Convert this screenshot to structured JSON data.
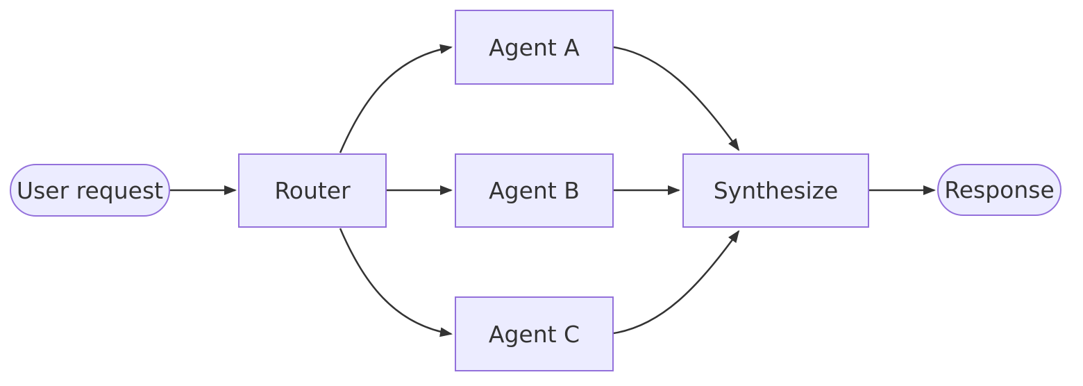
{
  "diagram": {
    "type": "flowchart",
    "direction": "left-to-right",
    "background": "#FFFFFF",
    "colors": {
      "node_fill": "#ECECFF",
      "node_border": "#9370DB",
      "edge_stroke": "#333333",
      "text": "#333333"
    },
    "nodes": [
      {
        "id": "user_request",
        "label": "User request",
        "shape": "stadium"
      },
      {
        "id": "router",
        "label": "Router",
        "shape": "rect"
      },
      {
        "id": "agent_a",
        "label": "Agent A",
        "shape": "rect"
      },
      {
        "id": "agent_b",
        "label": "Agent B",
        "shape": "rect"
      },
      {
        "id": "agent_c",
        "label": "Agent C",
        "shape": "rect"
      },
      {
        "id": "synthesize",
        "label": "Synthesize",
        "shape": "rect"
      },
      {
        "id": "response",
        "label": "Response",
        "shape": "stadium"
      }
    ],
    "edges": [
      {
        "from": "user_request",
        "to": "router",
        "style": "straight-arrow"
      },
      {
        "from": "router",
        "to": "agent_a",
        "style": "curved-arrow"
      },
      {
        "from": "router",
        "to": "agent_b",
        "style": "straight-arrow"
      },
      {
        "from": "router",
        "to": "agent_c",
        "style": "curved-arrow"
      },
      {
        "from": "agent_a",
        "to": "synthesize",
        "style": "curved-arrow"
      },
      {
        "from": "agent_b",
        "to": "synthesize",
        "style": "straight-arrow"
      },
      {
        "from": "agent_c",
        "to": "synthesize",
        "style": "curved-arrow"
      },
      {
        "from": "synthesize",
        "to": "response",
        "style": "straight-arrow"
      }
    ]
  }
}
